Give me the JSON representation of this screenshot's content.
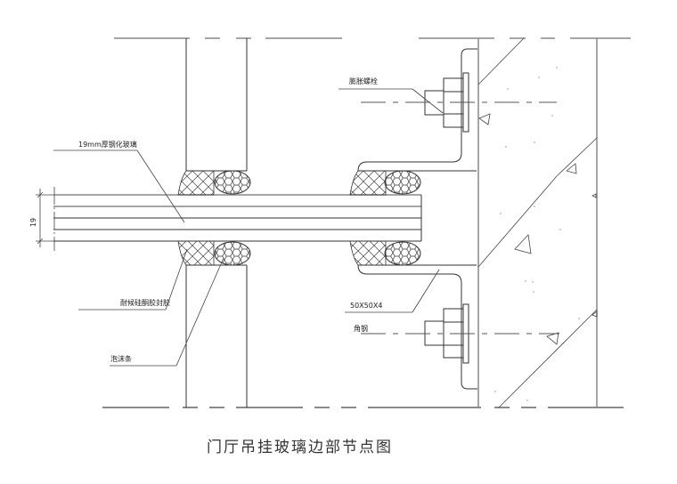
{
  "drawing": {
    "title": "门厅吊挂玻璃边部节点图",
    "labels": {
      "expansion_bolt": "膨胀螺栓",
      "glass": "19mm厚钢化玻璃",
      "sealant": "耐候硅酮胶封胶",
      "foam_rod": "泡沫条",
      "angle_size": "50X50X4",
      "angle_steel": "角钢"
    },
    "dimension": {
      "glass_thickness": "19"
    },
    "components": [
      "glass-panel",
      "top-angle-steel",
      "bottom-angle-steel",
      "expansion-bolt-top",
      "expansion-bolt-bottom",
      "sealant-left-top",
      "sealant-left-bottom",
      "sealant-right-top",
      "sealant-right-bottom",
      "foam-rod-left-top",
      "foam-rod-left-bottom",
      "foam-rod-right-top",
      "foam-rod-right-bottom",
      "concrete-wall"
    ]
  }
}
